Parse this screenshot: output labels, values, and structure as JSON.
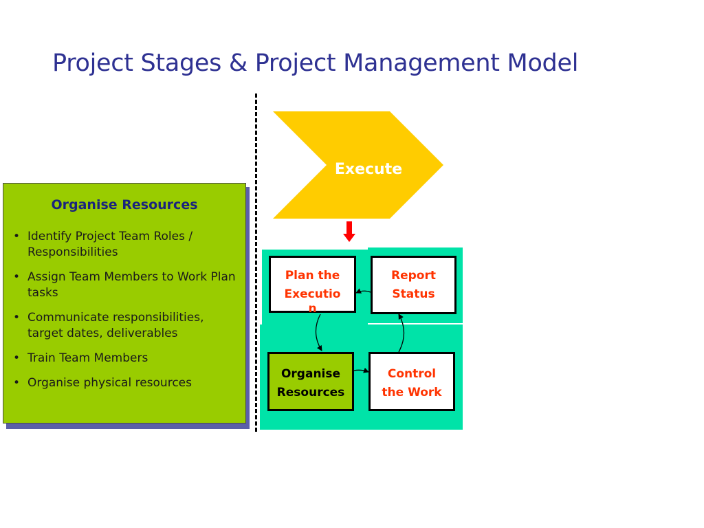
{
  "slide": {
    "title": "Project Stages & Project Management Model"
  },
  "stage": {
    "label": "Execute",
    "fill_color": "#ffcc00"
  },
  "info_panel": {
    "title": "Organise Resources",
    "bullets": [
      "Identify Project Team Roles / Responsibilities",
      "Assign Team Members to Work Plan tasks",
      "Communicate responsibilities, target dates, deliverables",
      "Train Team Members",
      "Organise physical resources"
    ],
    "fill_color": "#99cc00"
  },
  "model": {
    "background_color": "#00e3a8",
    "boxes": {
      "plan": {
        "line1": "Plan the",
        "line2": "Executio",
        "line3": "n"
      },
      "report": {
        "line1": "Report",
        "line2": "Status"
      },
      "organise": {
        "line1": "Organise",
        "line2": "Resources"
      },
      "control": {
        "line1": "Control",
        "line2": "the Work"
      }
    },
    "highlight_text_color": "#ff3300",
    "active_box": "organise"
  },
  "colors": {
    "title": "#2e3192",
    "down_arrow": "#ff0000"
  }
}
